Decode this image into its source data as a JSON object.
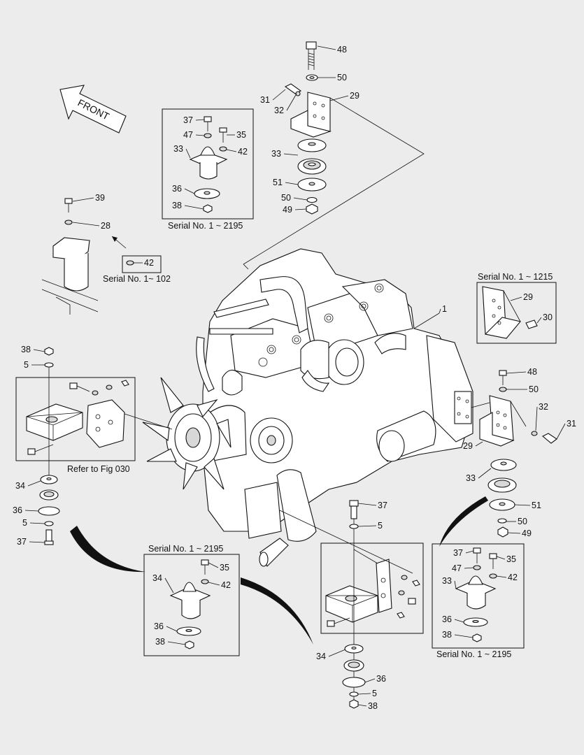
{
  "front_label": "FRONT",
  "captions": {
    "box_top": "Serial No. 1 ~ 2195",
    "small_42": "Serial No. 1~ 102",
    "right_upper": "Serial No. 1 ~ 1215",
    "left_ref": "Refer to Fig 030",
    "bottom_center": "Serial No. 1 ~ 2195",
    "bottom_right": "Serial No. 1 ~ 2195"
  },
  "callouts": [
    "48",
    "50",
    "31",
    "32",
    "29",
    "33",
    "51",
    "50",
    "49",
    "37",
    "47",
    "35",
    "33",
    "42",
    "36",
    "38",
    "39",
    "28",
    "42",
    "1",
    "29",
    "30",
    "48",
    "50",
    "32",
    "31",
    "29",
    "33",
    "51",
    "50",
    "49",
    "38",
    "5",
    "34",
    "36",
    "5",
    "37",
    "37",
    "5",
    "35",
    "34",
    "42",
    "36",
    "38",
    "37",
    "35",
    "47",
    "33",
    "42",
    "36",
    "38",
    "34",
    "36",
    "5",
    "38"
  ]
}
